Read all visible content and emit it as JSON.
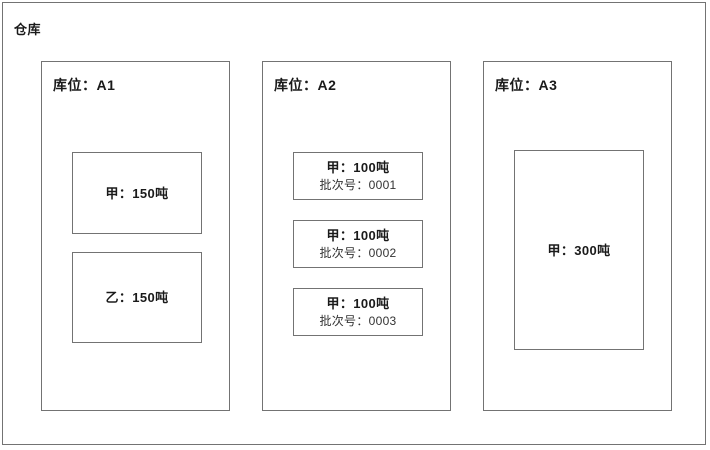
{
  "warehouse": {
    "title": "仓库",
    "border_color": "#737373",
    "background": "#ffffff"
  },
  "locations": [
    {
      "title": "库位：A1",
      "name": "A1",
      "items": [
        {
          "main": "甲：150吨",
          "sub": "",
          "size": "h-tall"
        },
        {
          "main": "乙：150吨",
          "sub": "",
          "size": "h-tall2"
        }
      ]
    },
    {
      "title": "库位：A2",
      "name": "A2",
      "items": [
        {
          "main": "甲：100吨",
          "sub": "批次号：0001",
          "size": "h-small1"
        },
        {
          "main": "甲：100吨",
          "sub": "批次号：0002",
          "size": "h-small2"
        },
        {
          "main": "甲：100吨",
          "sub": "批次号：0003",
          "size": "h-small3"
        }
      ]
    },
    {
      "title": "库位：A3",
      "name": "A3",
      "items": [
        {
          "main": "甲：300吨",
          "sub": "",
          "size": "h-big"
        }
      ]
    }
  ]
}
